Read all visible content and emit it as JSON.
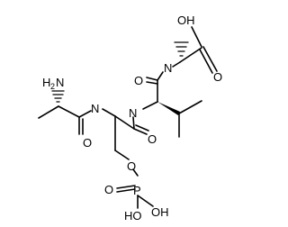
{
  "structure": {
    "type": "skeletal-formula",
    "labels": {
      "carboxyl_oh": "OH",
      "carboxyl_o": "O",
      "amide1_o": "O",
      "amide1_n": "N",
      "amide2_n": "N",
      "amide2_o": "O",
      "amine_h2n": "H",
      "amine_sub": "2",
      "amine_n": "N",
      "amide3_n": "N",
      "amide3_o": "O",
      "ester_o": "O",
      "phosphorus": "P",
      "phosphate_o_double": "O",
      "phosphate_oh_left": "HO",
      "phosphate_oh_bottom": "OH"
    }
  }
}
